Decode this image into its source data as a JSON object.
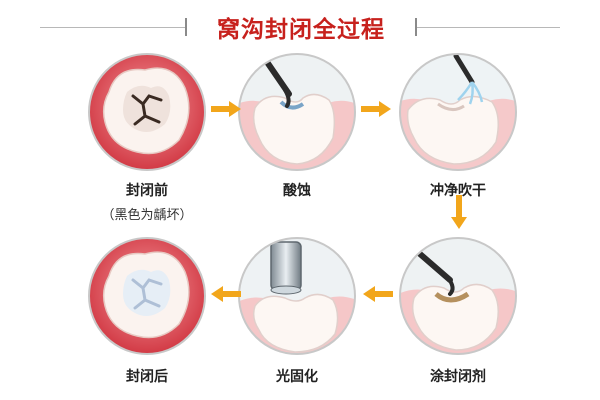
{
  "header": {
    "title": "窝沟封闭全过程"
  },
  "steps": [
    {
      "label": "封闭前",
      "note": "（黑色为龋坏）"
    },
    {
      "label": "酸蚀"
    },
    {
      "label": "冲净吹干"
    },
    {
      "label": "涂封闭剂"
    },
    {
      "label": "光固化"
    },
    {
      "label": "封闭后"
    }
  ],
  "colors": {
    "title": "#c7211d",
    "arrow": "#f2a61b",
    "gum": "#d94d55",
    "tooth": "#fbf4ef"
  },
  "icons": [
    "tooth-before-icon",
    "acid-etch-icon",
    "rinse-dry-icon",
    "sealant-apply-icon",
    "light-cure-icon",
    "tooth-after-icon"
  ]
}
